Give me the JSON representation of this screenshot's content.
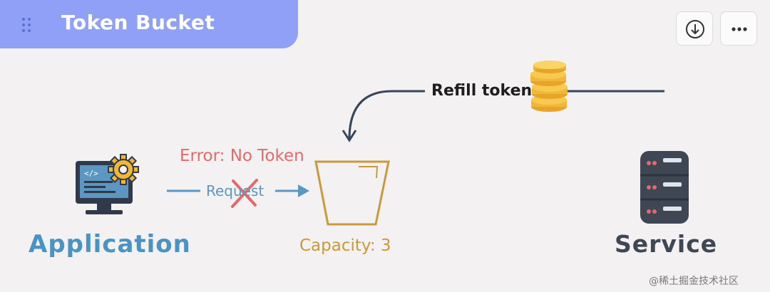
{
  "header": {
    "title": "Token Bucket"
  },
  "toolbar": {
    "download_icon": "download-circle-icon",
    "more_icon": "more-dots-icon"
  },
  "diagram": {
    "refill_label": "Refill token",
    "error_label": "Error: No Token",
    "request_label": "Request",
    "application_label": "Application",
    "capacity_label": "Capacity: 3",
    "service_label": "Service"
  },
  "watermark": "@稀土掘金技术社区",
  "colors": {
    "tab": "#8fa0f6",
    "arrow_dark": "#37475b",
    "request_blue": "#5b97c2",
    "error_red": "#e26a6a",
    "bucket_gold": "#c99a3b",
    "coin": "#f2b735"
  }
}
